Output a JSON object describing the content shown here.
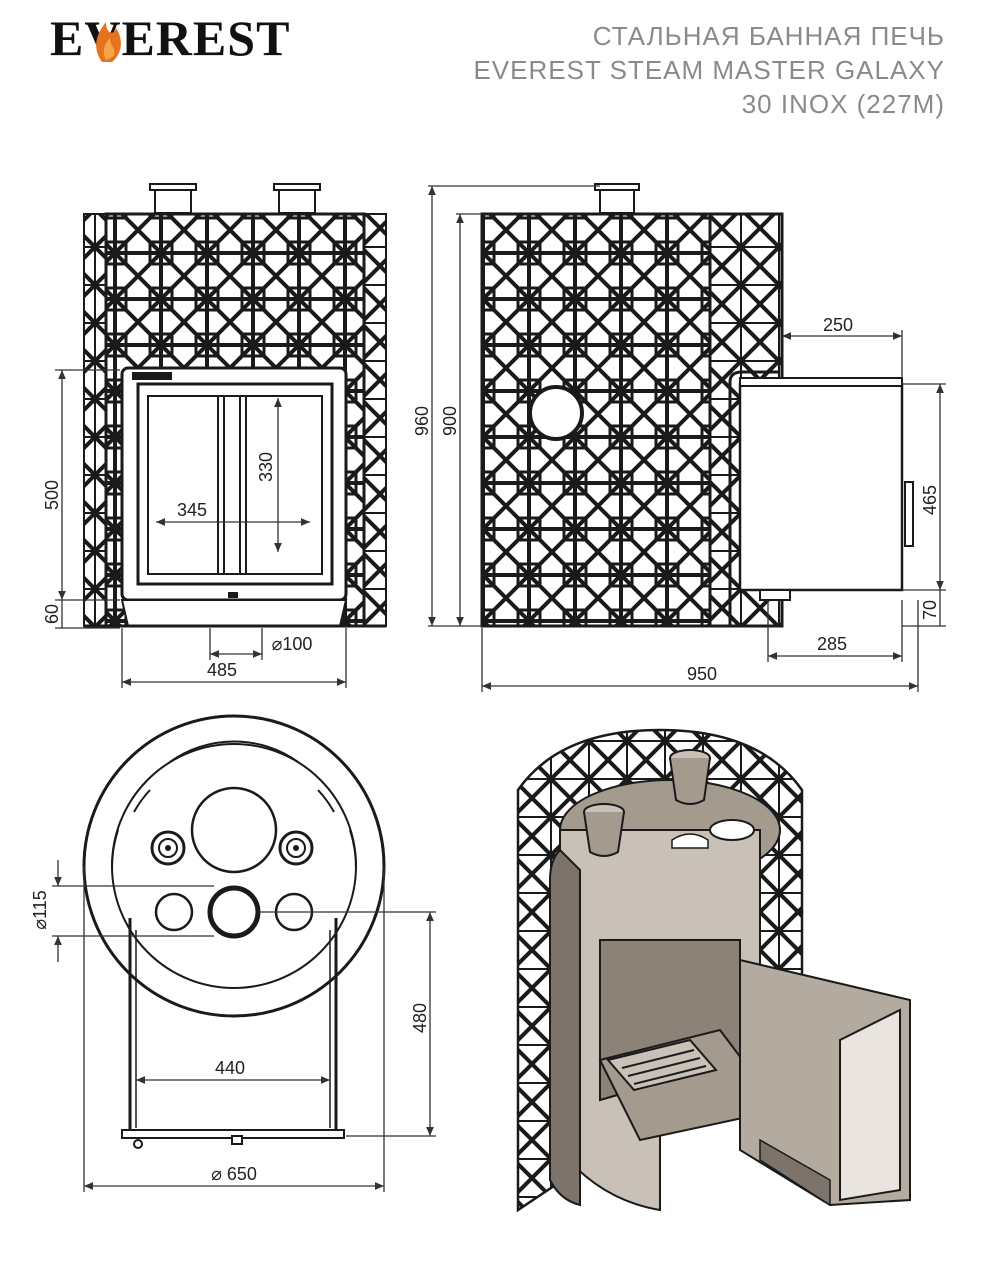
{
  "brand": {
    "logo_text": "EVEREST",
    "flame_color": "#e8731f"
  },
  "title": {
    "line1": "СТАЛЬНАЯ БАННАЯ ПЕЧЬ",
    "line2": "EVEREST STEAM MASTER GALAXY",
    "line3": "30 INOX (227M)"
  },
  "front_view": {
    "dims": {
      "door_height": "500",
      "base_height": "60",
      "glass_height": "330",
      "glass_width": "345",
      "flue": "⌀100",
      "width": "485"
    }
  },
  "side_view": {
    "dims": {
      "total_height": "960",
      "body_height": "900",
      "tank_offset": "250",
      "tank_height": "465",
      "tank_base": "70",
      "tank_depth": "285",
      "total_length": "950"
    }
  },
  "top_view": {
    "dims": {
      "hole": "⌀115",
      "depth": "480",
      "leg_spacing": "440",
      "diameter": "⌀ 650"
    }
  },
  "colors": {
    "line": "#1a1a1a",
    "dim_line": "#333333",
    "title_gray": "#8a8a8a",
    "steel": "#a59a8e",
    "steel_dark": "#7d736a",
    "steel_light": "#c9c1b7"
  }
}
